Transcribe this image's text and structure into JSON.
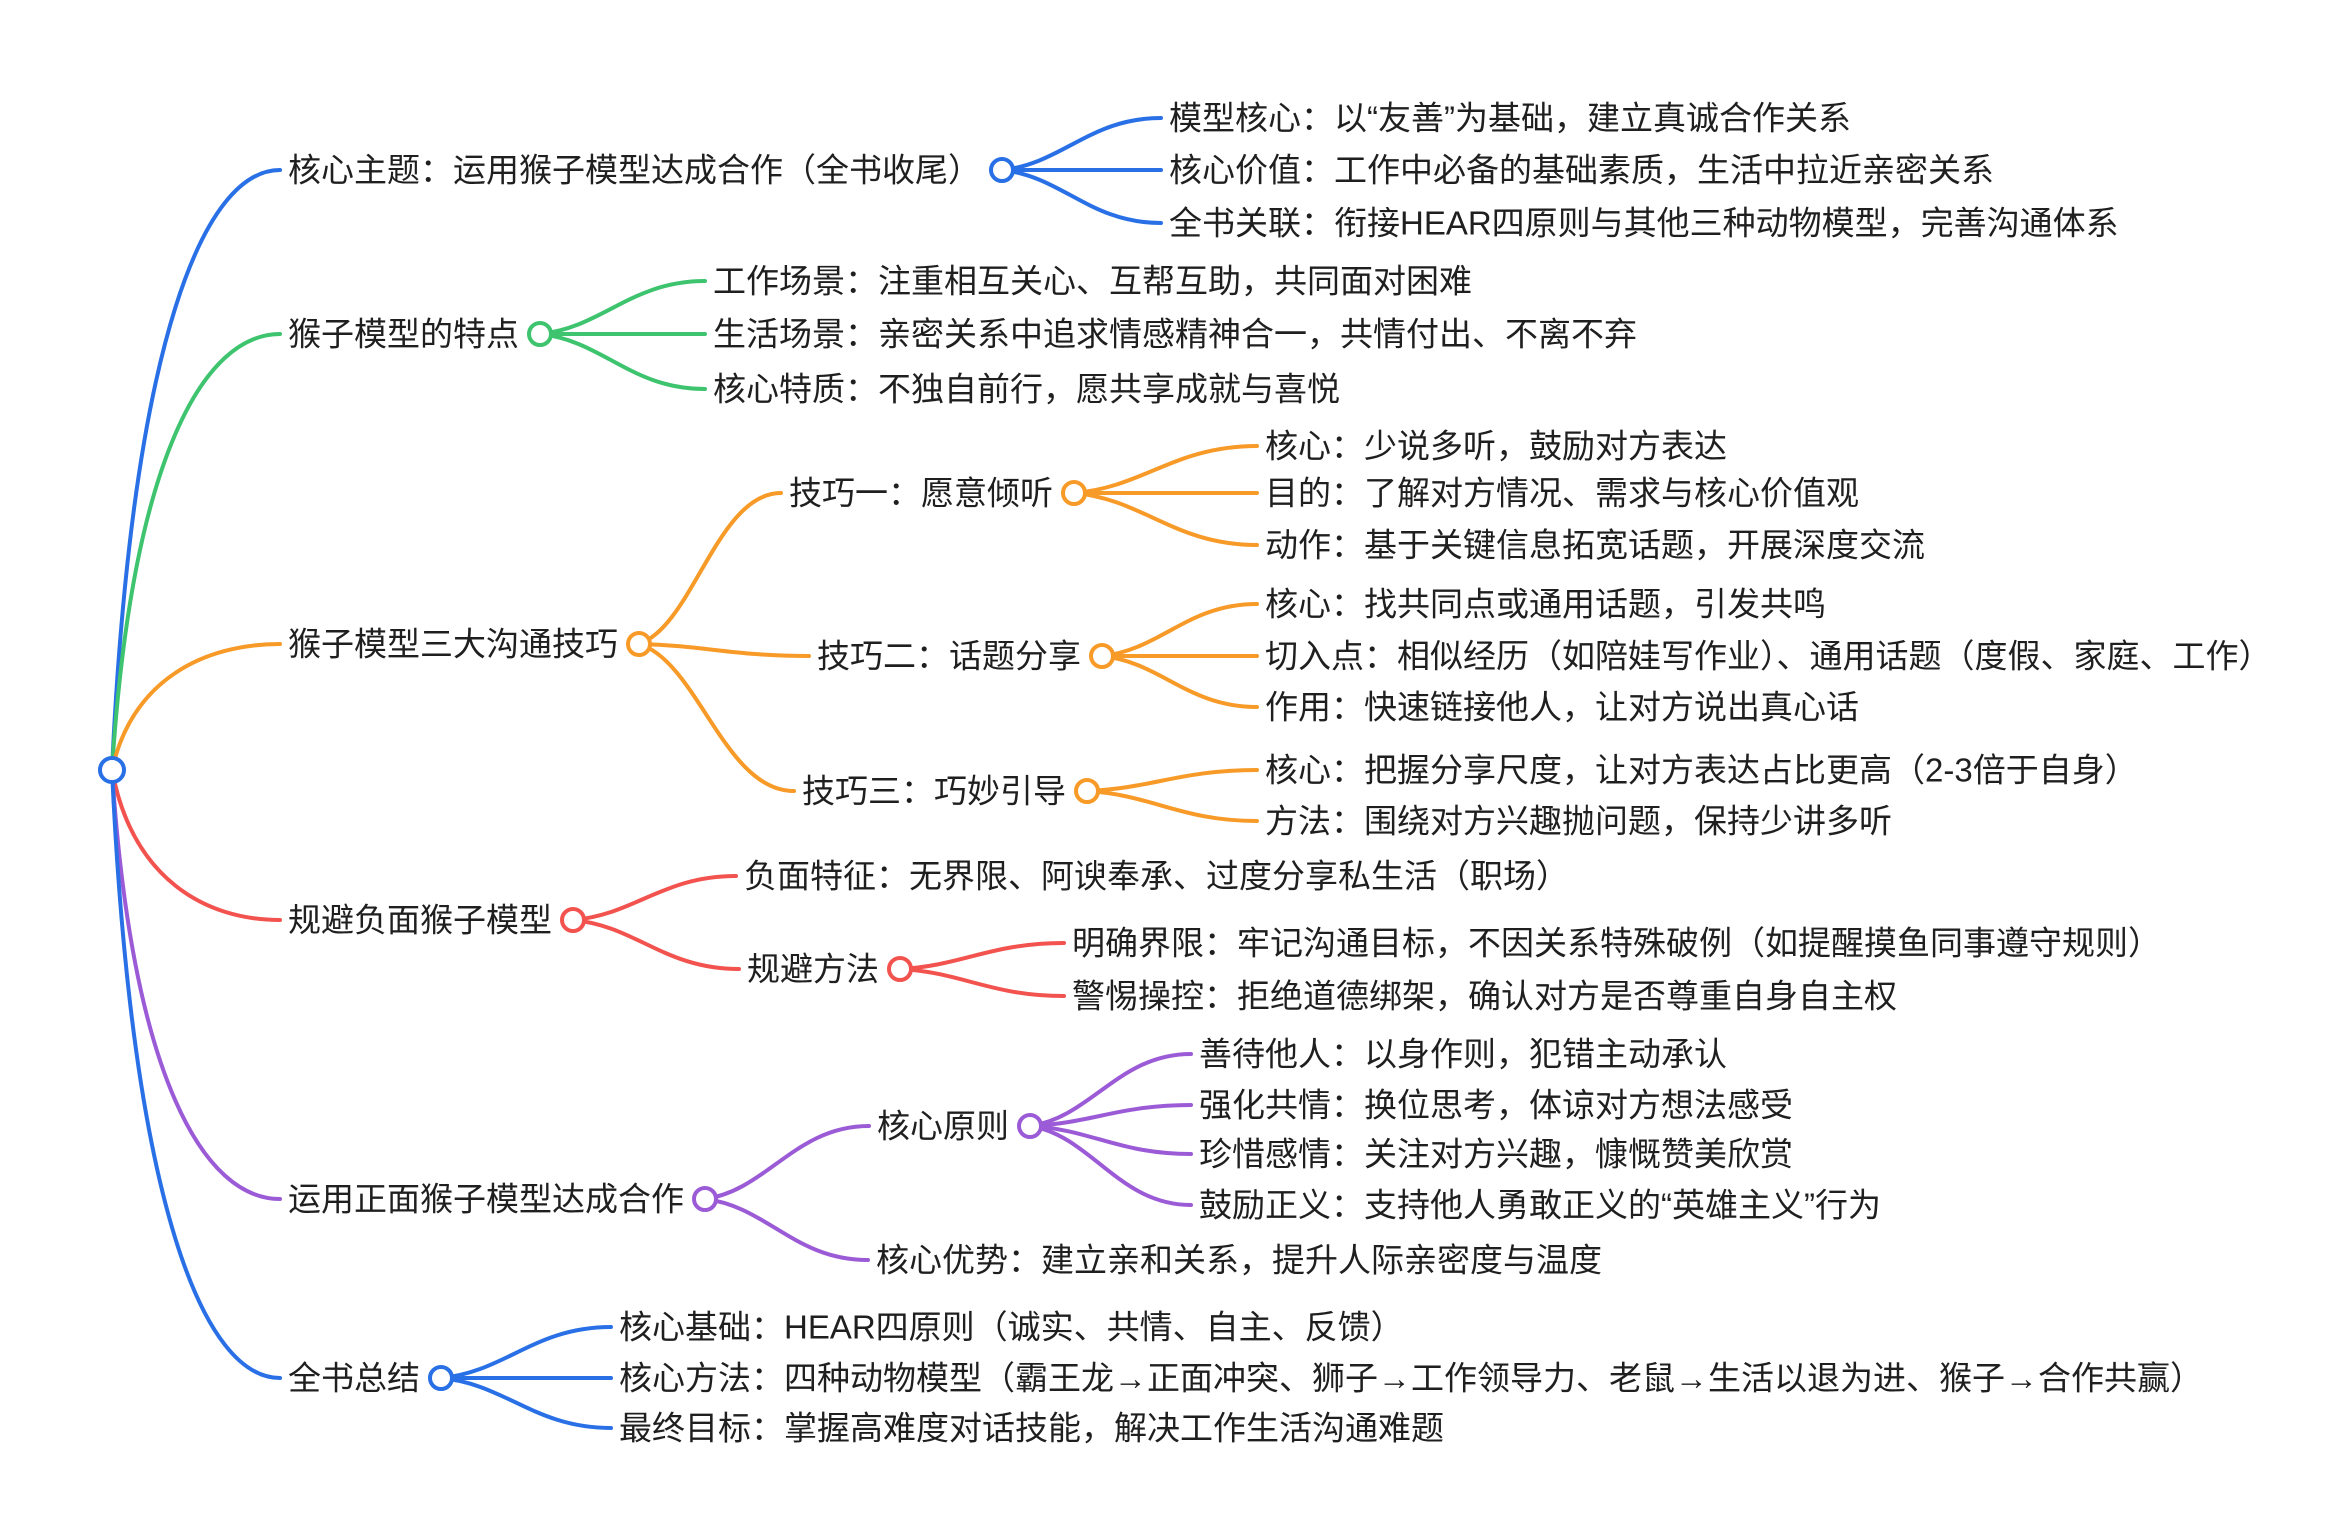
{
  "mindmap": {
    "branches": [
      {
        "label": "核心主题：运用猴子模型达成合作（全书收尾）",
        "color": "#2970E6",
        "children": [
          {
            "label": "模型核心：以“友善”为基础，建立真诚合作关系"
          },
          {
            "label": "核心价值：工作中必备的基础素质，生活中拉近亲密关系"
          },
          {
            "label": "全书关联：衔接HEAR四原则与其他三种动物模型，完善沟通体系"
          }
        ]
      },
      {
        "label": "猴子模型的特点",
        "color": "#3EC46F",
        "children": [
          {
            "label": "工作场景：注重相互关心、互帮互助，共同面对困难"
          },
          {
            "label": "生活场景：亲密关系中追求情感精神合一，共情付出、不离不弃"
          },
          {
            "label": "核心特质：不独自前行，愿共享成就与喜悦"
          }
        ]
      },
      {
        "label": "猴子模型三大沟通技巧",
        "color": "#F79A28",
        "children": [
          {
            "label": "技巧一：愿意倾听",
            "children": [
              {
                "label": "核心：少说多听，鼓励对方表达"
              },
              {
                "label": "目的：了解对方情况、需求与核心价值观"
              },
              {
                "label": "动作：基于关键信息拓宽话题，开展深度交流"
              }
            ]
          },
          {
            "label": "技巧二：话题分享",
            "children": [
              {
                "label": "核心：找共同点或通用话题，引发共鸣"
              },
              {
                "label": "切入点：相似经历（如陪娃写作业）、通用话题（度假、家庭、工作）"
              },
              {
                "label": "作用：快速链接他人，让对方说出真心话"
              }
            ]
          },
          {
            "label": "技巧三：巧妙引导",
            "children": [
              {
                "label": "核心：把握分享尺度，让对方表达占比更高（2-3倍于自身）"
              },
              {
                "label": "方法：围绕对方兴趣抛问题，保持少讲多听"
              }
            ]
          }
        ]
      },
      {
        "label": "规避负面猴子模型",
        "color": "#F2534E",
        "children": [
          {
            "label": "负面特征：无界限、阿谀奉承、过度分享私生活（职场）"
          },
          {
            "label": "规避方法",
            "children": [
              {
                "label": "明确界限：牢记沟通目标，不因关系特殊破例（如提醒摸鱼同事遵守规则）"
              },
              {
                "label": "警惕操控：拒绝道德绑架，确认对方是否尊重自身自主权"
              }
            ]
          }
        ]
      },
      {
        "label": "运用正面猴子模型达成合作",
        "color": "#9C5BD6",
        "children": [
          {
            "label": "核心原则",
            "children": [
              {
                "label": "善待他人：以身作则，犯错主动承认"
              },
              {
                "label": "强化共情：换位思考，体谅对方想法感受"
              },
              {
                "label": "珍惜感情：关注对方兴趣，慷慨赞美欣赏"
              },
              {
                "label": "鼓励正义：支持他人勇敢正义的“英雄主义”行为"
              }
            ]
          },
          {
            "label": "核心优势：建立亲和关系，提升人际亲密度与温度"
          }
        ]
      },
      {
        "label": "全书总结",
        "color": "#2970E6",
        "children": [
          {
            "label": "核心基础：HEAR四原则（诚实、共情、自主、反馈）"
          },
          {
            "label": "核心方法：四种动物模型（霸王龙→正面冲突、狮子→工作领导力、老鼠→生活以退为进、猴子→合作共赢）"
          },
          {
            "label": "最终目标：掌握高难度对话技能，解决工作生活沟通难题"
          }
        ]
      }
    ]
  }
}
